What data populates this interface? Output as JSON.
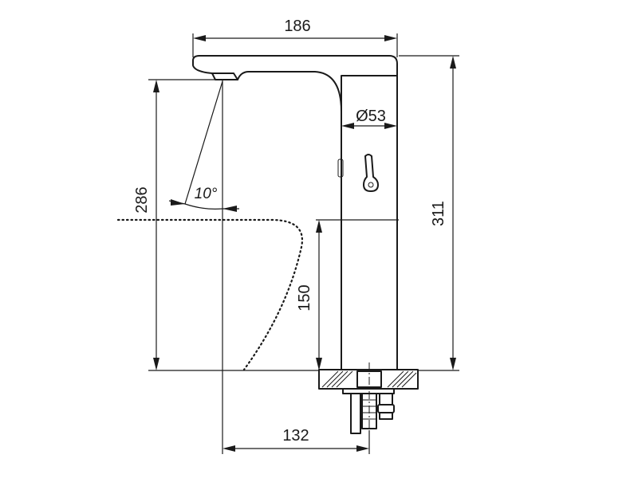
{
  "dimensions": {
    "width_top": "186",
    "diameter": "Ø53",
    "total_height": "311",
    "spout_height": "286",
    "base_height": "150",
    "reach": "132",
    "angle": "10°"
  }
}
